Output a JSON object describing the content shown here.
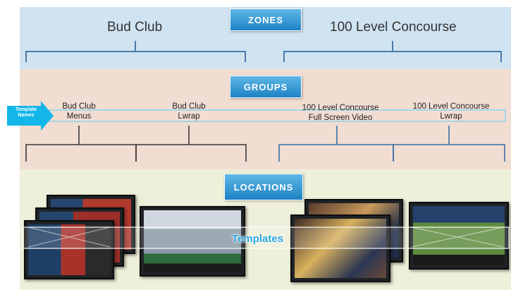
{
  "zones": {
    "header": "ZONES",
    "items": [
      "Bud Club",
      "100 Level Concourse"
    ]
  },
  "groups": {
    "header": "GROUPS",
    "arrow_label": "Template Names",
    "items": [
      {
        "line1": "Bud Club",
        "line2": "Menus"
      },
      {
        "line1": "Bud Club",
        "line2": "Lwrap"
      },
      {
        "line1": "100 Level Concourse",
        "line2": "Full Screen Video"
      },
      {
        "line1": "100 Level Concourse",
        "line2": "Lwrap"
      }
    ]
  },
  "locations": {
    "header": "LOCATIONS",
    "templates_label": "Templates"
  },
  "colors": {
    "zones_band": "#cfe3f1",
    "groups_band": "#f2ddd3",
    "locations_band": "#eef0d9",
    "header_button": "#2a8fd0",
    "zone_brace": "#3a6ea5",
    "template_bar": "#8fd6ec"
  }
}
